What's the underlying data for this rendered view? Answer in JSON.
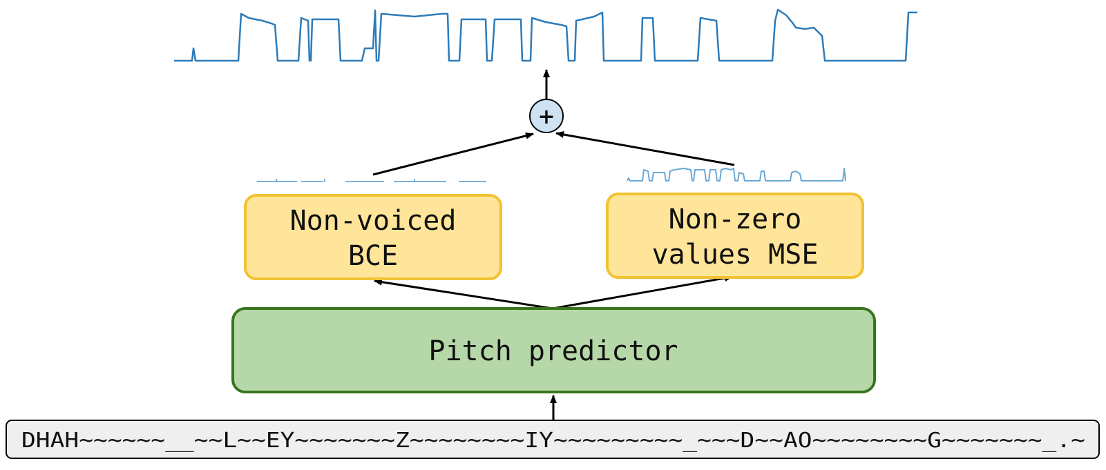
{
  "input_sequence": "DHAH~~~~~~__~~L~~EY~~~~~~~Z~~~~~~~~IY~~~~~~~~~_~~~D~~AO~~~~~~~~G~~~~~~~_.~",
  "pitch_predictor": {
    "label": "Pitch predictor"
  },
  "bce_box": {
    "line1": "Non-voiced",
    "line2": "BCE"
  },
  "mse_box": {
    "line1": "Non-zero",
    "line2": "values MSE"
  },
  "sum_node": {
    "symbol": "+"
  },
  "colors": {
    "pitch_box_fill": "#b6d7a8",
    "pitch_box_stroke": "#38761d",
    "loss_box_fill": "#ffe599",
    "loss_box_stroke": "#f1c232",
    "sum_node_fill": "#cfe2f3",
    "input_box_fill": "#efefef",
    "signal_color": "#2b7bba"
  }
}
